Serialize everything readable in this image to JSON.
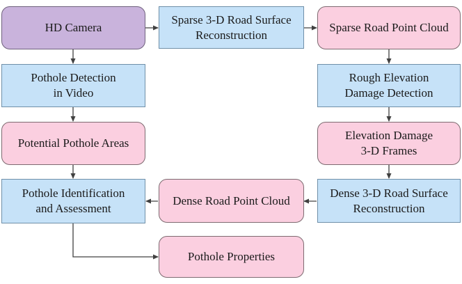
{
  "diagram": {
    "nodes": {
      "hd_camera": "HD Camera",
      "sparse_recon": "Sparse 3-D Road Surface\nReconstruction",
      "sparse_cloud": "Sparse Road Point Cloud",
      "pothole_detection": "Pothole Detection\nin Video",
      "rough_elevation": "Rough Elevation\nDamage Detection",
      "potential_areas": "Potential Pothole Areas",
      "elevation_frames": "Elevation Damage\n3-D Frames",
      "identification": "Pothole Identification\nand Assessment",
      "dense_cloud": "Dense Road Point Cloud",
      "dense_recon": "Dense 3-D Road Surface\nReconstruction",
      "properties": "Pothole Properties"
    },
    "edges": [
      [
        "hd_camera",
        "sparse_recon"
      ],
      [
        "sparse_recon",
        "sparse_cloud"
      ],
      [
        "hd_camera",
        "pothole_detection"
      ],
      [
        "sparse_cloud",
        "rough_elevation"
      ],
      [
        "pothole_detection",
        "potential_areas"
      ],
      [
        "rough_elevation",
        "elevation_frames"
      ],
      [
        "potential_areas",
        "identification"
      ],
      [
        "elevation_frames",
        "dense_recon"
      ],
      [
        "dense_recon",
        "dense_cloud"
      ],
      [
        "dense_cloud",
        "identification"
      ],
      [
        "identification",
        "properties"
      ]
    ],
    "colors": {
      "process_fill": "#c6e2f8",
      "data_fill": "#fbcfe0",
      "source_fill": "#c9b3dc",
      "arrow": "#404040"
    }
  }
}
